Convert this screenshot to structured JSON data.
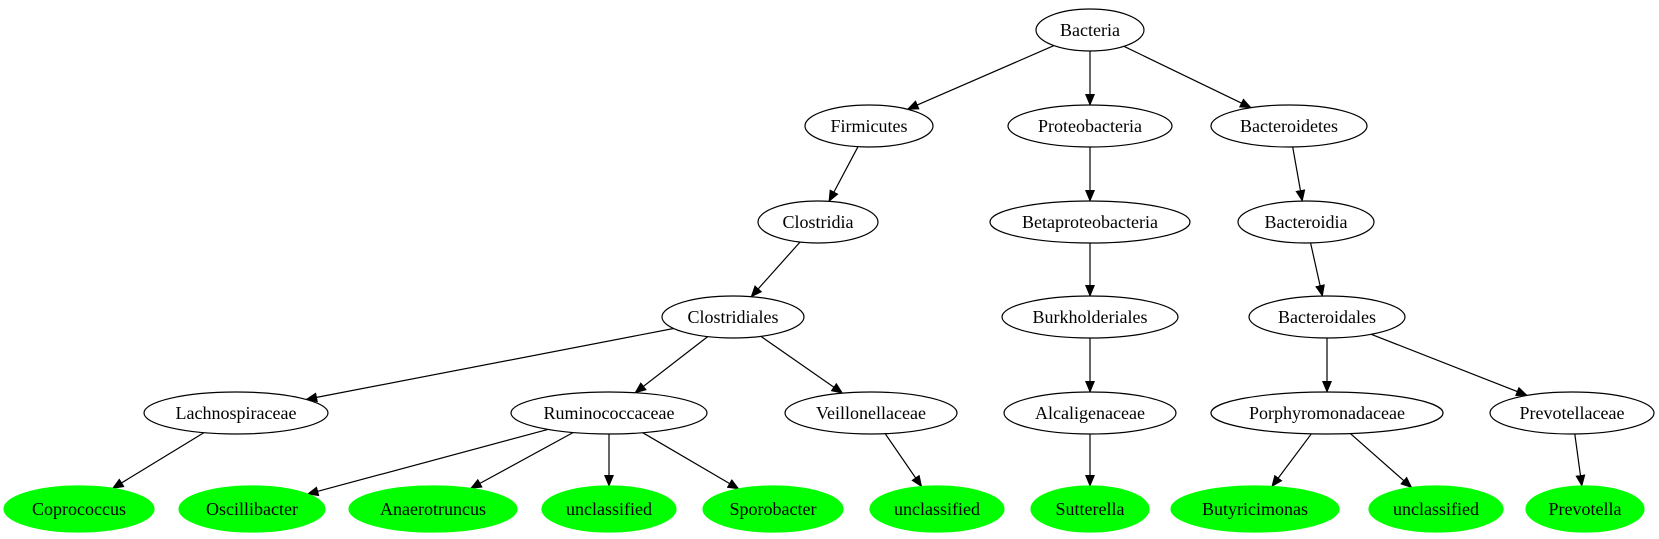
{
  "colors": {
    "leaf_fill": "#00ff00",
    "node_fill": "#ffffff",
    "stroke": "#000000"
  },
  "nodes": [
    {
      "id": "bacteria",
      "label": "Bacteria",
      "leaf": false
    },
    {
      "id": "firmicutes",
      "label": "Firmicutes",
      "leaf": false
    },
    {
      "id": "proteobacteria",
      "label": "Proteobacteria",
      "leaf": false
    },
    {
      "id": "bacteroidetes",
      "label": "Bacteroidetes",
      "leaf": false
    },
    {
      "id": "clostridia",
      "label": "Clostridia",
      "leaf": false
    },
    {
      "id": "betaproteobacteria",
      "label": "Betaproteobacteria",
      "leaf": false
    },
    {
      "id": "bacteroidia",
      "label": "Bacteroidia",
      "leaf": false
    },
    {
      "id": "clostridiales",
      "label": "Clostridiales",
      "leaf": false
    },
    {
      "id": "burkholderiales",
      "label": "Burkholderiales",
      "leaf": false
    },
    {
      "id": "bacteroidales",
      "label": "Bacteroidales",
      "leaf": false
    },
    {
      "id": "lachnospiraceae",
      "label": "Lachnospiraceae",
      "leaf": false
    },
    {
      "id": "ruminococcaceae",
      "label": "Ruminococcaceae",
      "leaf": false
    },
    {
      "id": "veillonellaceae",
      "label": "Veillonellaceae",
      "leaf": false
    },
    {
      "id": "alcaligenaceae",
      "label": "Alcaligenaceae",
      "leaf": false
    },
    {
      "id": "porphyromonadaceae",
      "label": "Porphyromonadaceae",
      "leaf": false
    },
    {
      "id": "prevotellaceae",
      "label": "Prevotellaceae",
      "leaf": false
    },
    {
      "id": "coprococcus",
      "label": "Coprococcus",
      "leaf": true
    },
    {
      "id": "oscillibacter",
      "label": "Oscillibacter",
      "leaf": true
    },
    {
      "id": "anaerotruncus",
      "label": "Anaerotruncus",
      "leaf": true
    },
    {
      "id": "unclassified-rumino",
      "label": "unclassified",
      "leaf": true
    },
    {
      "id": "sporobacter",
      "label": "Sporobacter",
      "leaf": true
    },
    {
      "id": "unclassified-veillo",
      "label": "unclassified",
      "leaf": true
    },
    {
      "id": "sutterella",
      "label": "Sutterella",
      "leaf": true
    },
    {
      "id": "butyricimonas",
      "label": "Butyricimonas",
      "leaf": true
    },
    {
      "id": "unclassified-porphyro",
      "label": "unclassified",
      "leaf": true
    },
    {
      "id": "prevotella",
      "label": "Prevotella",
      "leaf": true
    }
  ],
  "edges": [
    {
      "from": "bacteria",
      "to": "firmicutes"
    },
    {
      "from": "bacteria",
      "to": "proteobacteria"
    },
    {
      "from": "bacteria",
      "to": "bacteroidetes"
    },
    {
      "from": "firmicutes",
      "to": "clostridia"
    },
    {
      "from": "proteobacteria",
      "to": "betaproteobacteria"
    },
    {
      "from": "bacteroidetes",
      "to": "bacteroidia"
    },
    {
      "from": "clostridia",
      "to": "clostridiales"
    },
    {
      "from": "betaproteobacteria",
      "to": "burkholderiales"
    },
    {
      "from": "bacteroidia",
      "to": "bacteroidales"
    },
    {
      "from": "clostridiales",
      "to": "lachnospiraceae"
    },
    {
      "from": "clostridiales",
      "to": "ruminococcaceae"
    },
    {
      "from": "clostridiales",
      "to": "veillonellaceae"
    },
    {
      "from": "burkholderiales",
      "to": "alcaligenaceae"
    },
    {
      "from": "bacteroidales",
      "to": "porphyromonadaceae"
    },
    {
      "from": "bacteroidales",
      "to": "prevotellaceae"
    },
    {
      "from": "lachnospiraceae",
      "to": "coprococcus"
    },
    {
      "from": "ruminococcaceae",
      "to": "oscillibacter"
    },
    {
      "from": "ruminococcaceae",
      "to": "anaerotruncus"
    },
    {
      "from": "ruminococcaceae",
      "to": "unclassified-rumino"
    },
    {
      "from": "ruminococcaceae",
      "to": "sporobacter"
    },
    {
      "from": "veillonellaceae",
      "to": "unclassified-veillo"
    },
    {
      "from": "alcaligenaceae",
      "to": "sutterella"
    },
    {
      "from": "porphyromonadaceae",
      "to": "butyricimonas"
    },
    {
      "from": "porphyromonadaceae",
      "to": "unclassified-porphyro"
    },
    {
      "from": "prevotellaceae",
      "to": "prevotella"
    }
  ]
}
